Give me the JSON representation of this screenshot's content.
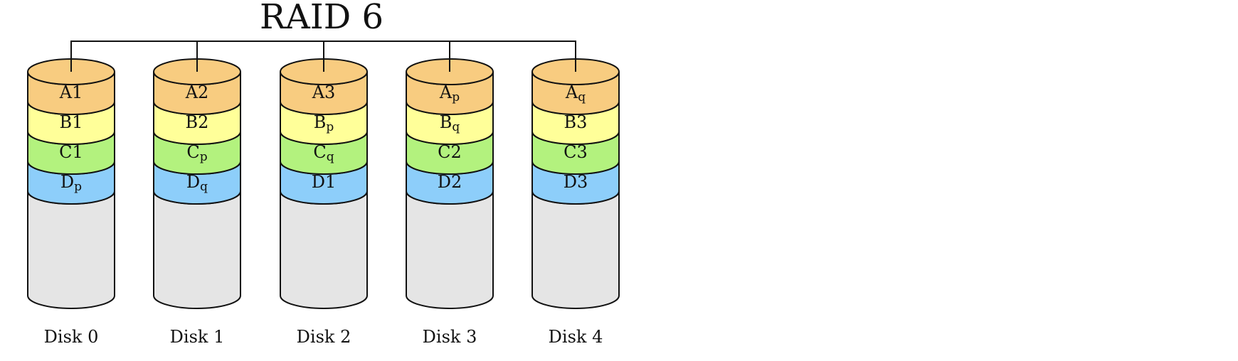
{
  "title": "RAID 6",
  "colors": {
    "A": "#F8CC80",
    "B": "#FFFF99",
    "C": "#B3F27E",
    "D": "#8DCEFA",
    "empty": "#E5E5E5",
    "stroke": "#111111"
  },
  "disks": [
    {
      "label": "Disk 0",
      "blocks": [
        {
          "row": "A",
          "main": "A",
          "sub": "1"
        },
        {
          "row": "B",
          "main": "B",
          "sub": "1"
        },
        {
          "row": "C",
          "main": "C",
          "sub": "1"
        },
        {
          "row": "D",
          "main": "D",
          "sub": "p"
        }
      ]
    },
    {
      "label": "Disk 1",
      "blocks": [
        {
          "row": "A",
          "main": "A",
          "sub": "2"
        },
        {
          "row": "B",
          "main": "B",
          "sub": "2"
        },
        {
          "row": "C",
          "main": "C",
          "sub": "p"
        },
        {
          "row": "D",
          "main": "D",
          "sub": "q"
        }
      ]
    },
    {
      "label": "Disk 2",
      "blocks": [
        {
          "row": "A",
          "main": "A",
          "sub": "3"
        },
        {
          "row": "B",
          "main": "B",
          "sub": "p"
        },
        {
          "row": "C",
          "main": "C",
          "sub": "q"
        },
        {
          "row": "D",
          "main": "D",
          "sub": "1"
        }
      ]
    },
    {
      "label": "Disk 3",
      "blocks": [
        {
          "row": "A",
          "main": "A",
          "sub": "p"
        },
        {
          "row": "B",
          "main": "B",
          "sub": "q"
        },
        {
          "row": "C",
          "main": "C",
          "sub": "2"
        },
        {
          "row": "D",
          "main": "D",
          "sub": "2"
        }
      ]
    },
    {
      "label": "Disk 4",
      "blocks": [
        {
          "row": "A",
          "main": "A",
          "sub": "q"
        },
        {
          "row": "B",
          "main": "B",
          "sub": "3"
        },
        {
          "row": "C",
          "main": "C",
          "sub": "3"
        },
        {
          "row": "D",
          "main": "D",
          "sub": "3"
        }
      ]
    }
  ]
}
